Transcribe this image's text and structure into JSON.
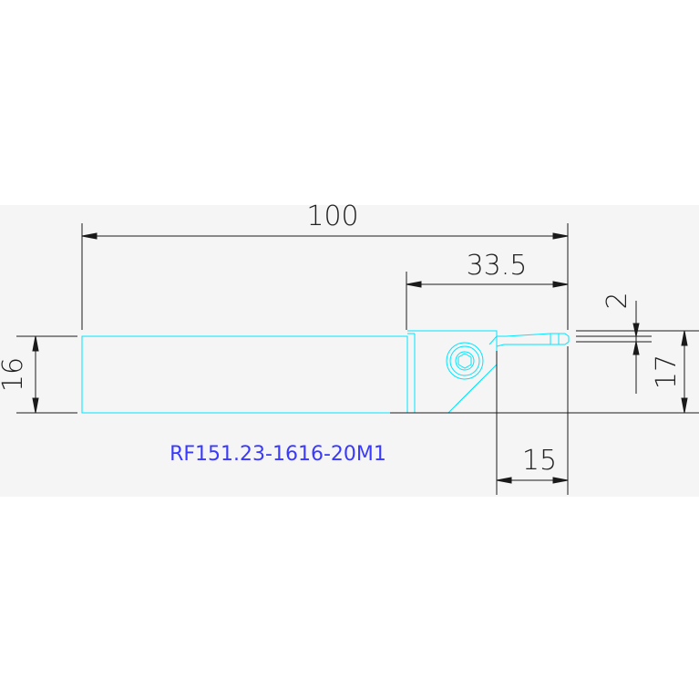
{
  "drawing": {
    "part_number": "RF151.23-1616-20M1",
    "dimensions": {
      "overall_length": "100",
      "head_length": "33.5",
      "shank_height": "16",
      "cutting_height": "17",
      "offset": "2",
      "insert_depth": "15"
    },
    "colors": {
      "background": "#ffffff",
      "band": "#f5f5f5",
      "tool_outline": "#00e5ff",
      "dimension_lines": "#1a1a1a",
      "label": "#3a3aff"
    }
  }
}
